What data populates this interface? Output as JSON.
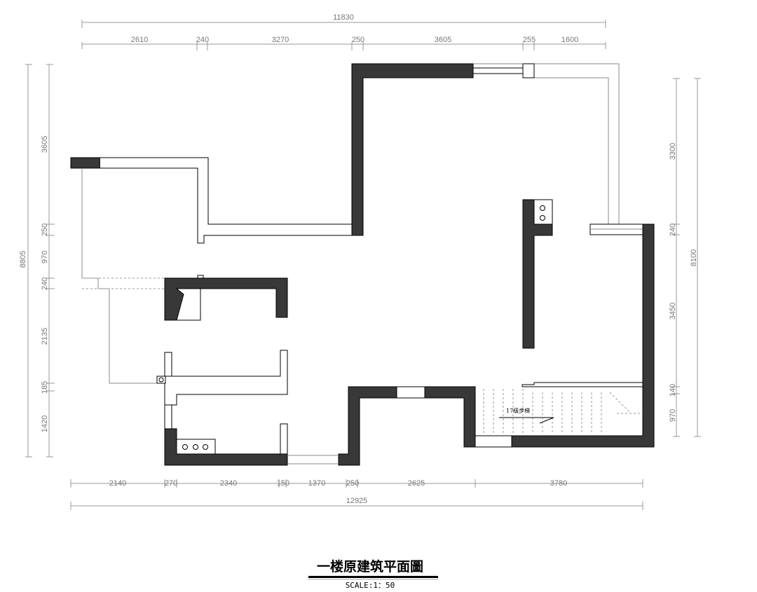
{
  "title": "一楼原建筑平面圖",
  "scale": "SCALE:1：50",
  "stair_label": "17级步梯",
  "dimensions": {
    "top_total": "11830",
    "top": [
      "2610",
      "240",
      "3270",
      "250",
      "3605",
      "255",
      "1600"
    ],
    "left_total": "8805",
    "left": [
      "3605",
      "250",
      "970",
      "240",
      "2135",
      "185",
      "1420"
    ],
    "right_total": "8100",
    "right": [
      "3300",
      "240",
      "3450",
      "140",
      "970"
    ],
    "bottom_total": "12925",
    "bottom": [
      "2140",
      "270",
      "2340",
      "150",
      "1370",
      "250",
      "2625",
      "3780"
    ]
  },
  "colors": {
    "wall": "#383838",
    "dimension": "#999999"
  }
}
